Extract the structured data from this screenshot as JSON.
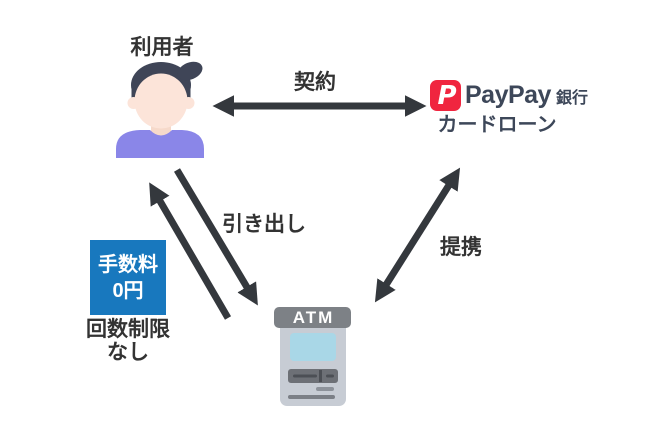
{
  "user": {
    "label": "利用者"
  },
  "bank": {
    "logo_letter": "P",
    "brand": "PayPay",
    "suffix": "銀行",
    "product": "カードローン"
  },
  "atm": {
    "label": "ATM"
  },
  "relations": {
    "contract": "契約",
    "withdrawal": "引き出し",
    "partnership": "提携"
  },
  "fee_box": {
    "line1": "手数料",
    "line2": "0円"
  },
  "note": {
    "line1": "回数制限",
    "line2": "なし"
  },
  "colors": {
    "background": "#ffffff",
    "arrow": "#34383d",
    "label_text": "#333333",
    "brand_navy": "#3d4759",
    "brand_red": "#f0253f",
    "fee_blue": "#1878be",
    "shirt_purple": "#8a86e8",
    "skin": "#fce4d9",
    "hair": "#3f4557",
    "atm_body": "#c7ccd4",
    "atm_sign": "#7d8186",
    "atm_screen": "#a9d7e7"
  }
}
